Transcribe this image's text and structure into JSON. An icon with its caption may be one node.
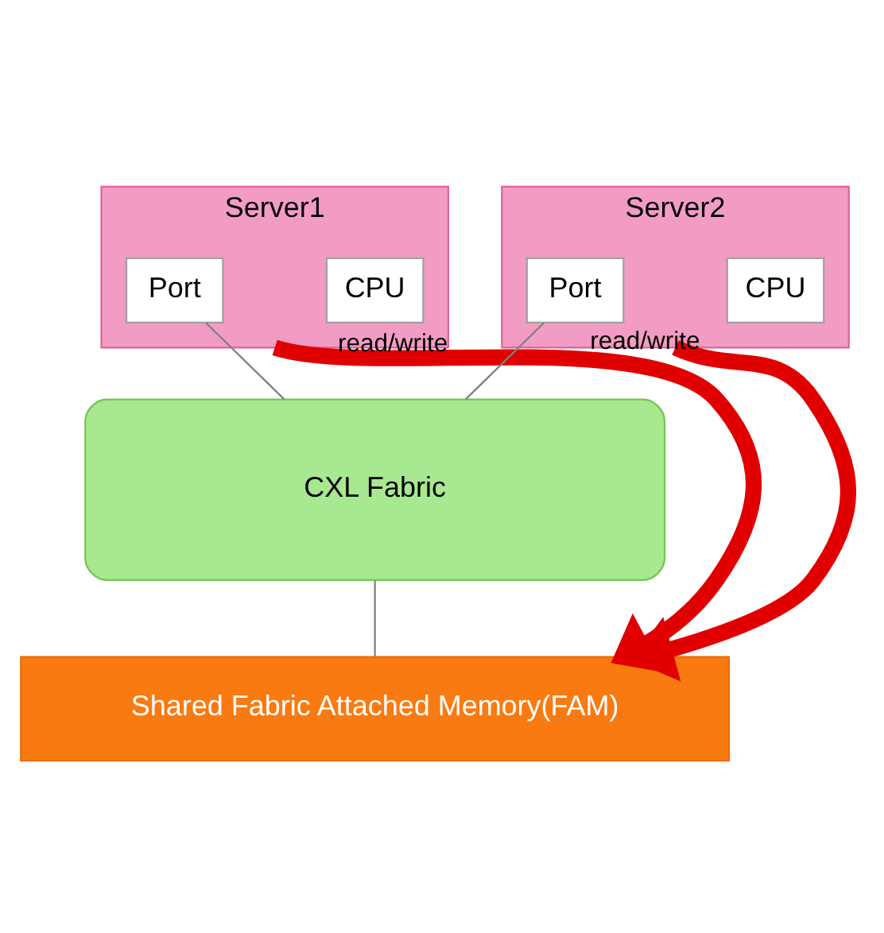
{
  "diagram": {
    "nodes": [
      {
        "text": [
          "Server1"
        ]
      },
      {
        "text": [
          "CPU"
        ],
        "in": 0
      },
      {
        "text": [
          "Port"
        ],
        "in": 0
      },
      {
        "text": [
          "Server2"
        ]
      },
      {
        "text": [
          "CPU"
        ],
        "in": 3
      },
      {
        "text": [
          "Port"
        ],
        "in": 3
      },
      {
        "text": [
          "CXL Fabric"
        ]
      },
      {
        "text": [
          "Shared Fabric Attached Memory(FAM)"
        ]
      }
    ],
    "edges": [
      {
        "from": 2,
        "to": 6,
        "arrow": "none"
      },
      {
        "from": 5,
        "to": 6,
        "arrow": "none"
      },
      {
        "from": 6,
        "to": 7,
        "arrow": "none"
      },
      {
        "from": 0,
        "to": 7,
        "arrow": "to",
        "label": "read/write",
        "style": "thick",
        "color": "#e00000"
      },
      {
        "from": 3,
        "to": 7,
        "arrow": "to",
        "label": "read/write",
        "style": "thick",
        "color": "#e00000"
      }
    ]
  }
}
